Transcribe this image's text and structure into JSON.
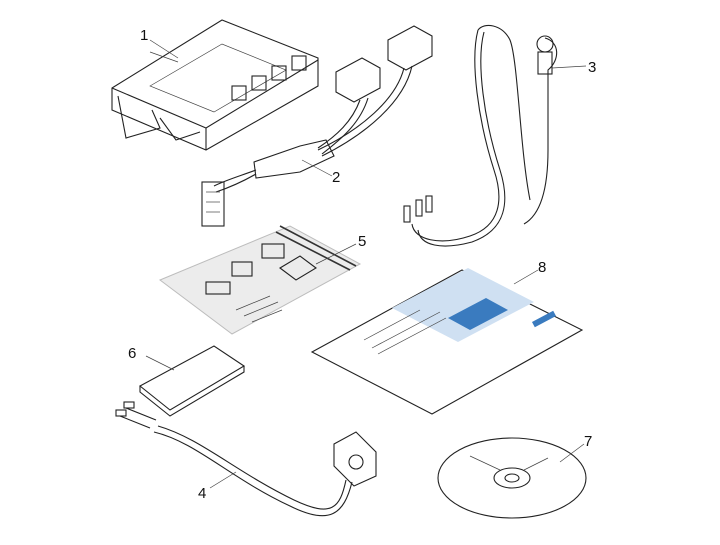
{
  "parts": [
    {
      "id": "control-unit",
      "label": "1"
    },
    {
      "id": "wiring-harness",
      "label": "2"
    },
    {
      "id": "antenna-cable",
      "label": "3"
    },
    {
      "id": "sensor-cable",
      "label": "4"
    },
    {
      "id": "connector-kit-bag",
      "label": "5"
    },
    {
      "id": "adhesive-pad",
      "label": "6"
    },
    {
      "id": "software-cd",
      "label": "7"
    },
    {
      "id": "instruction-manual",
      "label": "8"
    }
  ],
  "colors": {
    "line": "#222222",
    "fill_light": "#f2f2f2",
    "fill_mid": "#d9d9d9",
    "fill_dark": "#9a9a9a",
    "manual_blue": "#3a7bbf"
  }
}
